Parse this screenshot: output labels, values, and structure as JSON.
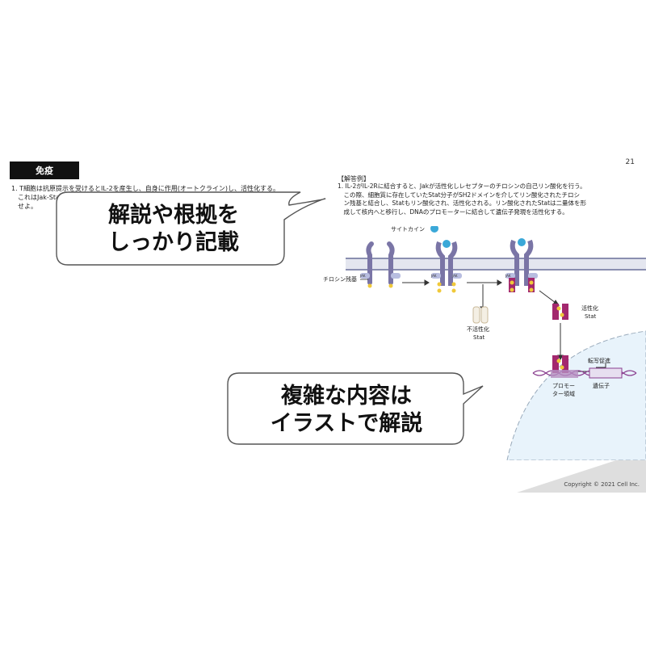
{
  "slide": {
    "page_number": "21",
    "section_tag": "免疫",
    "question_lines": [
      "1. T細胞は抗原提示を受けるとIL-2を産生し、自身に作用(オートクライン)し、活性化する。",
      "　これはJak-Stat経路を介していると考えられている。この経路について図を用いて説明",
      "　せよ。"
    ],
    "answer_heading": "【解答例】",
    "answer_lines": [
      "1. IL-2がIL-2Rに結合すると、Jakが活性化しレセプターのチロシンの自己リン酸化を行う。",
      "　この際、細胞質に存在していたStat分子がSH2ドメインを介してリン酸化されたチロシ",
      "　ン残基と結合し、Statもリン酸化され、活性化される。リン酸化されたStatは二量体を形",
      "　成して核内へと移行し、DNAのプロモーターに結合して遺伝子発現を活性化する。"
    ],
    "copyright": "Copyright © 2021 Cell Inc."
  },
  "diagram_labels": {
    "cytokine": "サイトカイン",
    "tyrosine_residue": "チロシン残基",
    "jak": "JAK",
    "inactive_stat_1": "不活性化",
    "inactive_stat_2": "Stat",
    "active_stat_1": "活性化",
    "active_stat_2": "Stat",
    "transcription": "転写促進",
    "promoter_1": "プロモー",
    "promoter_2": "ター領域",
    "gene": "遺伝子"
  },
  "callouts": {
    "top_line1": "解説や根拠を",
    "top_line2": "しっかり記載",
    "bottom_line1": "複雑な内容は",
    "bottom_line2": "イラストで解説"
  },
  "colors": {
    "receptor": "#7a75a6",
    "stat": "#a3286e",
    "phosphate": "#f0c93a",
    "cytokine": "#3aa8d8",
    "nucleus": "#e8f3fb"
  }
}
